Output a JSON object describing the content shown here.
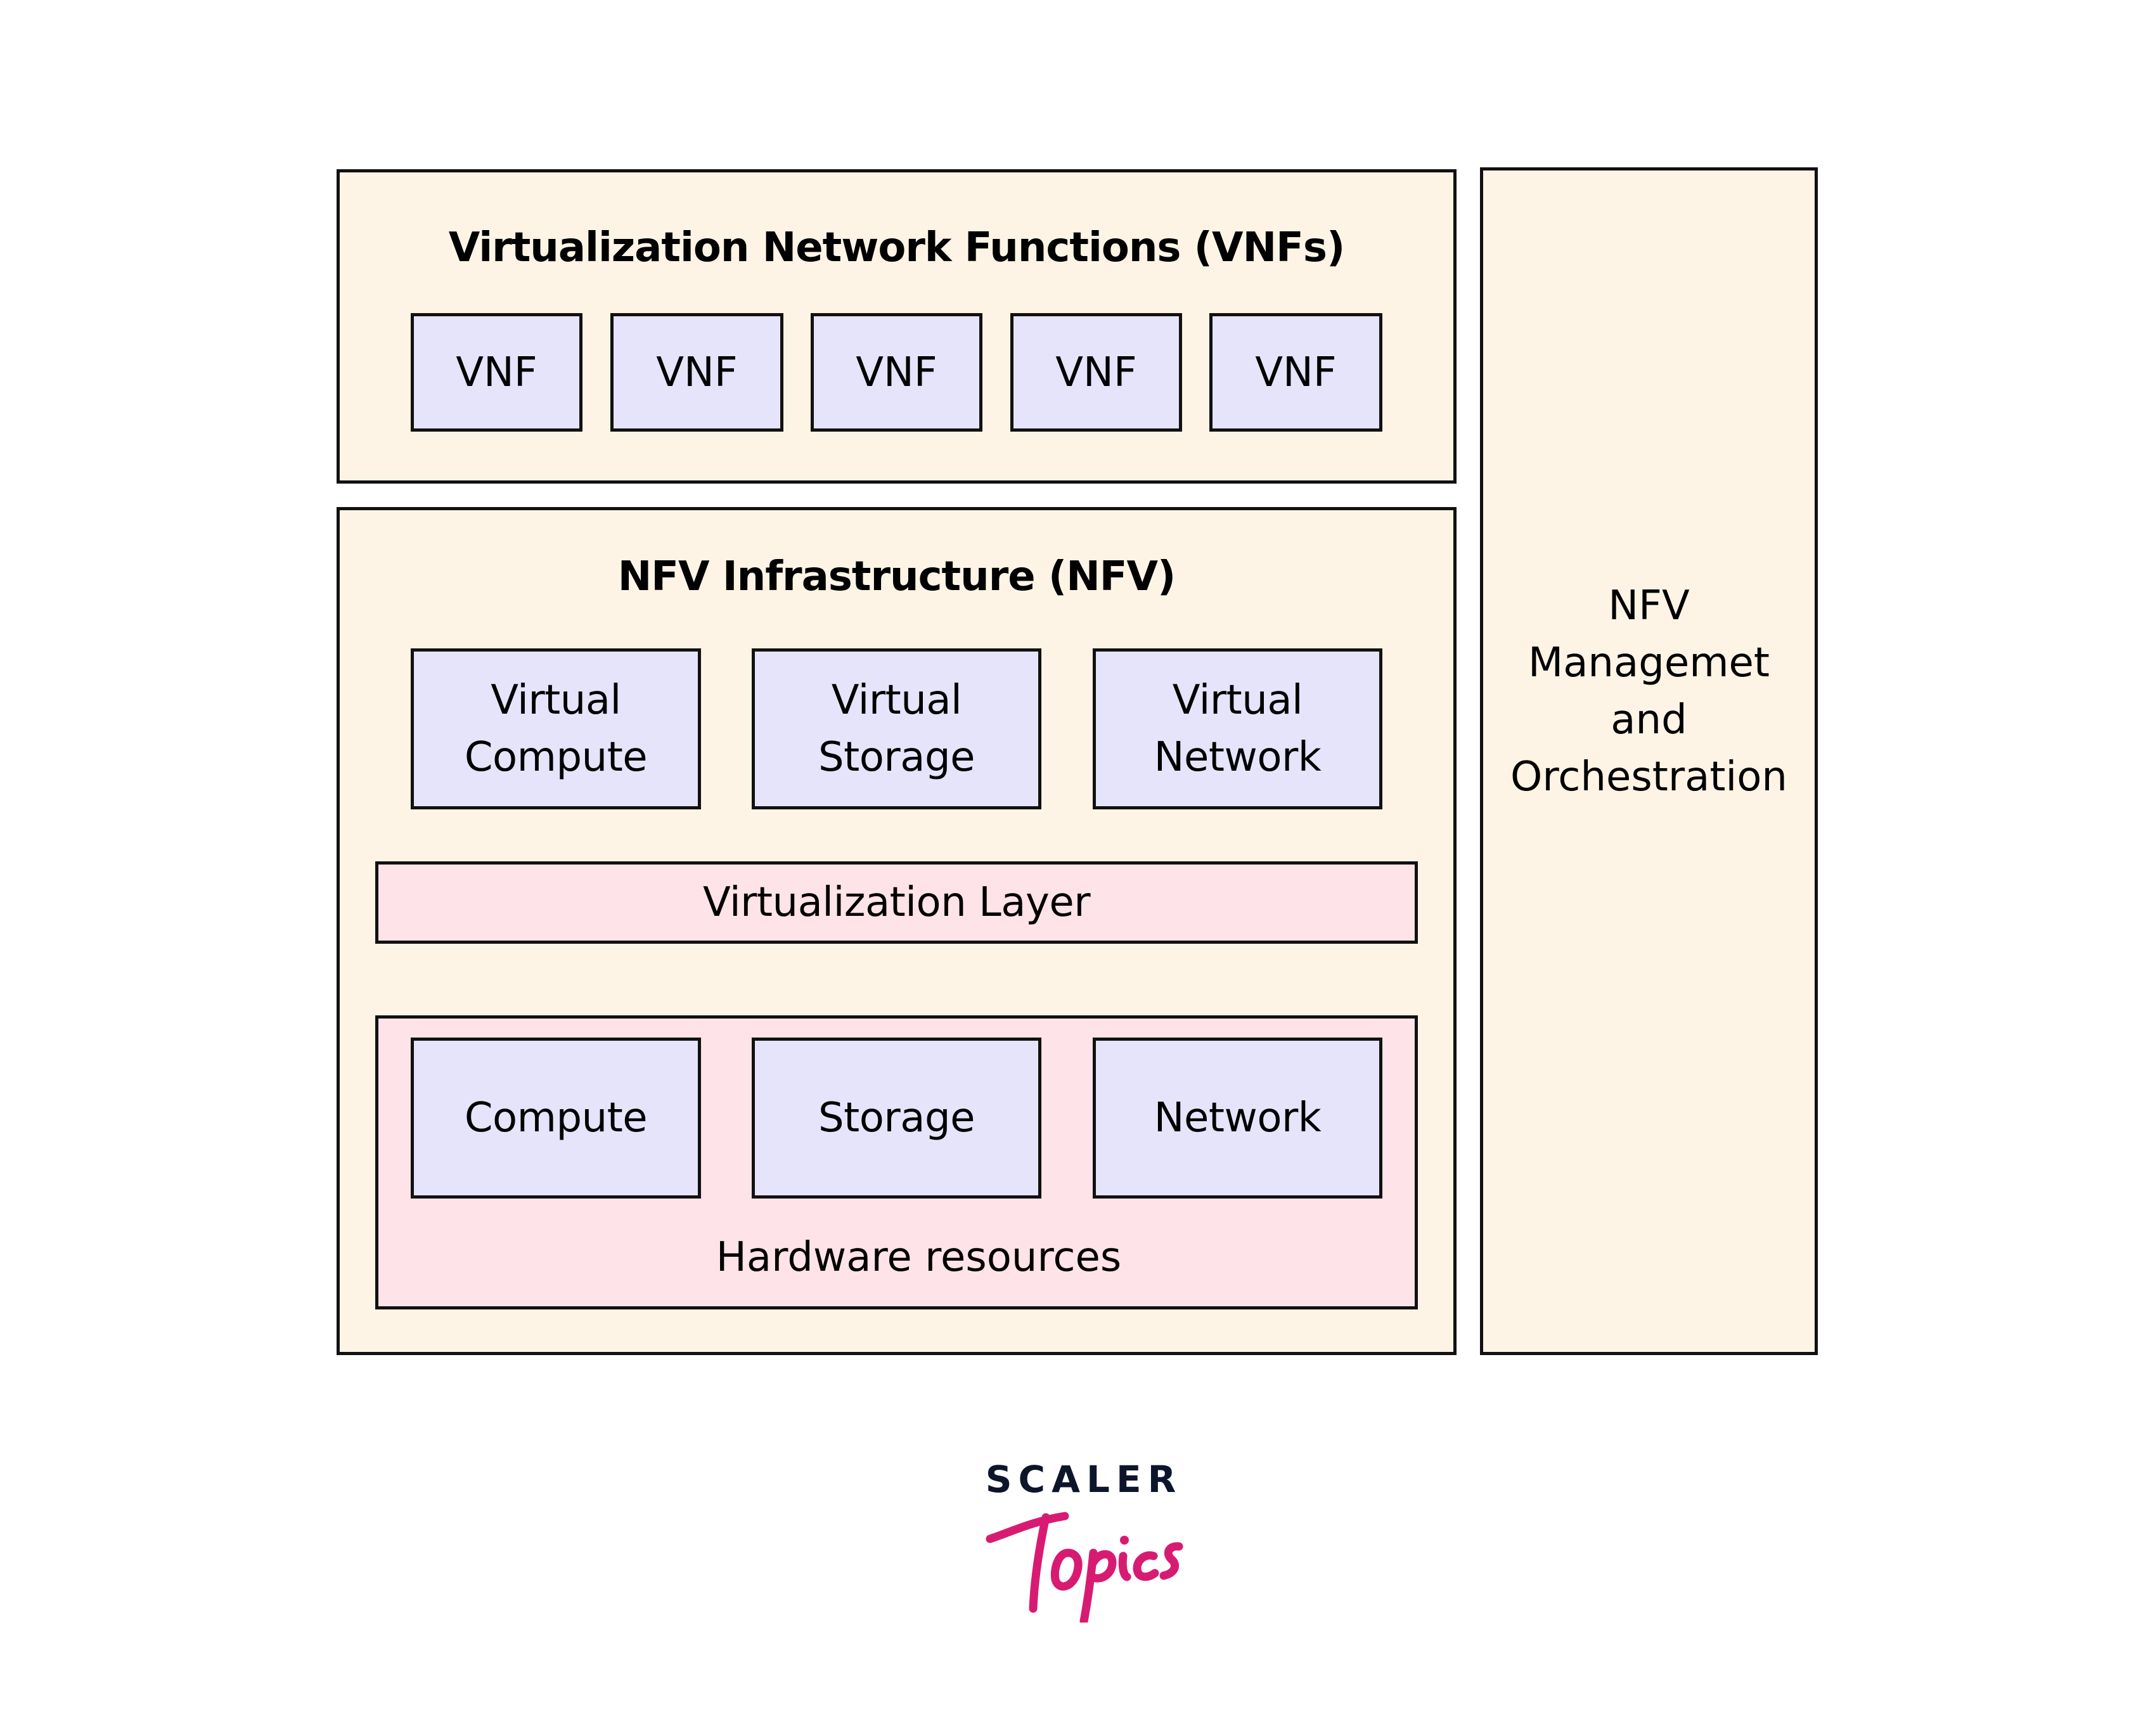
{
  "vnf_section": {
    "title": "Virtualization Network Functions (VNFs)",
    "items": [
      "VNF",
      "VNF",
      "VNF",
      "VNF",
      "VNF"
    ]
  },
  "nfvi_section": {
    "title": "NFV Infrastructure (NFV)",
    "virtual_resources": [
      {
        "line1": "Virtual",
        "line2": "Compute"
      },
      {
        "line1": "Virtual",
        "line2": "Storage"
      },
      {
        "line1": "Virtual",
        "line2": "Network"
      }
    ],
    "virtualization_layer": "Virtualization Layer",
    "hardware": {
      "title": "Hardware resources",
      "items": [
        "Compute",
        "Storage",
        "Network"
      ]
    }
  },
  "mano_section": {
    "lines": [
      "NFV",
      "Managemet",
      "and",
      "Orchestration"
    ]
  },
  "logo": {
    "brand": "SCALER",
    "sub": "Topics",
    "brand_color": "#0c1529",
    "sub_color": "#d81b72"
  },
  "colors": {
    "container_fill": "#fdf4e6",
    "component_fill": "#e6e4fb",
    "layer_fill": "#fee3e8",
    "border": "#111111"
  }
}
